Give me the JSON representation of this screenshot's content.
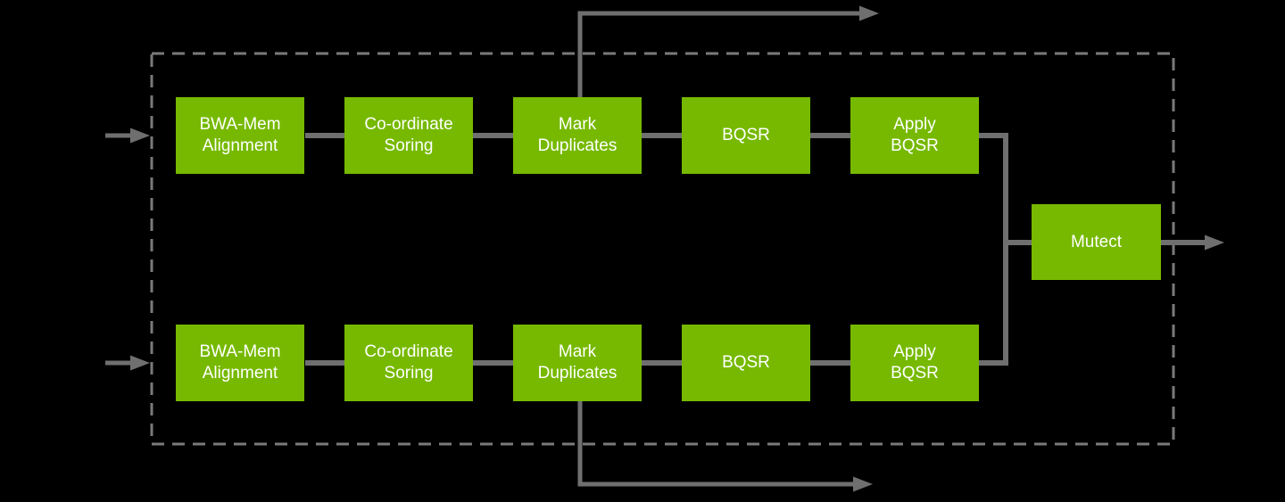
{
  "colors": {
    "bg": "#000000",
    "box_green": "#76b900",
    "line_gray": "#6f6f6f",
    "dash_gray": "#7a7a7a",
    "text_white": "#ffffff"
  },
  "diagram": {
    "rows": [
      {
        "stages": [
          {
            "label": "BWA-Mem\nAlignment"
          },
          {
            "label": "Co-ordinate\nSoring"
          },
          {
            "label": "Mark\nDuplicates"
          },
          {
            "label": "BQSR"
          },
          {
            "label": "Apply\nBQSR"
          }
        ]
      },
      {
        "stages": [
          {
            "label": "BWA-Mem\nAlignment"
          },
          {
            "label": "Co-ordinate\nSoring"
          },
          {
            "label": "Mark\nDuplicates"
          },
          {
            "label": "BQSR"
          },
          {
            "label": "Apply\nBQSR"
          }
        ]
      }
    ],
    "merge": {
      "label": "Mutect"
    }
  }
}
